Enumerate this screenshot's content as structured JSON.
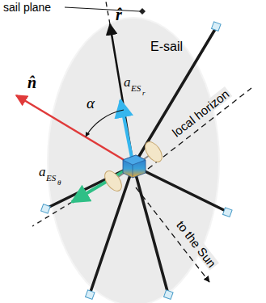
{
  "diagram": {
    "labels": [
      "sail plane",
      "r̂",
      "E-sail",
      "α",
      "n̂",
      "a",
      "ES",
      "r",
      "local horizon",
      "a",
      "ES",
      "θ",
      "to the Sun"
    ]
  }
}
